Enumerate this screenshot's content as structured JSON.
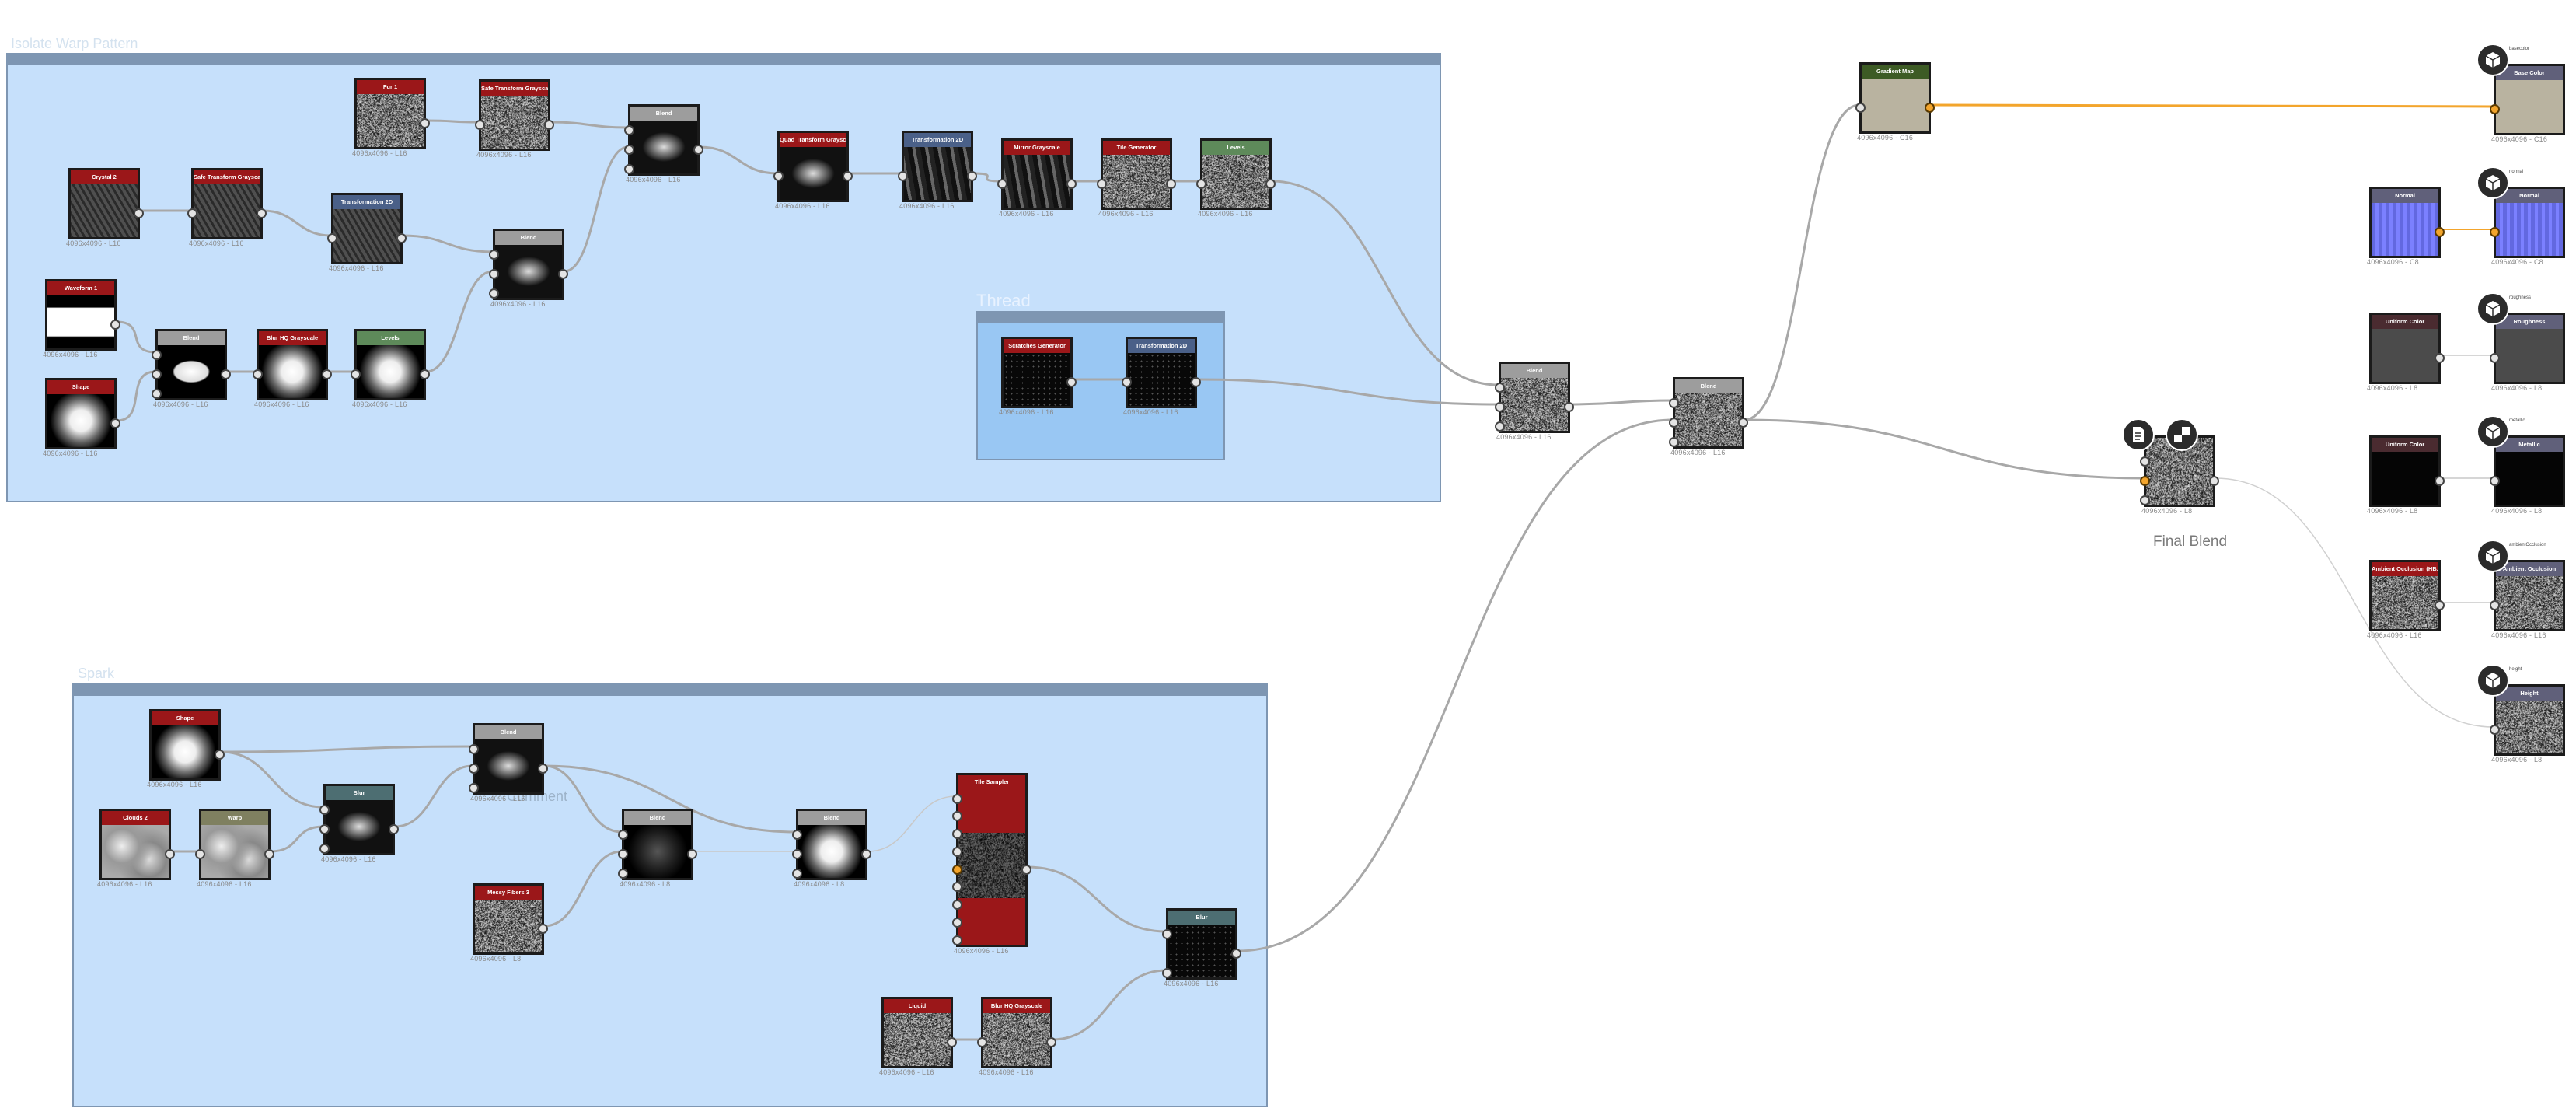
{
  "frames": {
    "top_title": "Isolate Warp Pattern",
    "thread_title": "Thread",
    "bottom_title": "Spark",
    "comment_label": "Comment"
  },
  "blend_label": "Final Blend",
  "colors": {
    "header_red": "#9b1719",
    "header_gray": "#9d9d9d",
    "header_blue": "#4a6088",
    "header_green": "#5e8a5a",
    "header_teal": "#4d6e72",
    "header_olive": "#7f8060",
    "header_darkgreen": "#3d5b25",
    "header_slate": "#60607a",
    "header_darkred": "#4a2b30",
    "wire_gray": "#a8a8a8",
    "wire_orange": "#f3a52c",
    "frame_fill": "#c6e0fb",
    "frame_bar": "#7e96b2"
  },
  "nodes": [
    {
      "id": "crystal2",
      "title": "Crystal 2",
      "res": "4096x4096 - L16",
      "icon": "texture-icon"
    },
    {
      "id": "safe_transform_a",
      "title": "Safe Transform Grayscale",
      "res": "4096x4096 - L16",
      "icon": "texture-icon"
    },
    {
      "id": "fur1",
      "title": "Fur 1",
      "res": "4096x4096 - L16",
      "icon": "texture-icon"
    },
    {
      "id": "safe_transform_b",
      "title": "Safe Transform Grayscale",
      "res": "4096x4096 - L16",
      "icon": "texture-icon"
    },
    {
      "id": "transform2d_a",
      "title": "Transformation 2D",
      "res": "4096x4096 - L16",
      "icon": "texture-icon"
    },
    {
      "id": "blend_a",
      "title": "Blend",
      "res": "4096x4096 - L16",
      "icon": "texture-icon"
    },
    {
      "id": "blend_b",
      "title": "Blend",
      "res": "4096x4096 - L16",
      "icon": "texture-icon"
    },
    {
      "id": "waveform1",
      "title": "Waveform 1",
      "res": "4096x4096 - L16",
      "icon": "texture-icon"
    },
    {
      "id": "shape_a",
      "title": "Shape",
      "res": "4096x4096 - L16",
      "icon": "texture-icon"
    },
    {
      "id": "blend_c",
      "title": "Blend",
      "res": "4096x4096 - L16",
      "icon": "texture-icon"
    },
    {
      "id": "blur_hq_a",
      "title": "Blur HQ Grayscale",
      "res": "4096x4096 - L16",
      "icon": "texture-icon"
    },
    {
      "id": "levels_a",
      "title": "Levels",
      "res": "4096x4096 - L16",
      "icon": "texture-icon"
    },
    {
      "id": "quad_transform",
      "title": "Quad Transform Grayscale",
      "res": "4096x4096 - L16",
      "icon": "texture-icon"
    },
    {
      "id": "transform2d_b",
      "title": "Transformation 2D",
      "res": "4096x4096 - L16",
      "icon": "texture-icon"
    },
    {
      "id": "mirror",
      "title": "Mirror Grayscale",
      "res": "4096x4096 - L16",
      "icon": "texture-icon"
    },
    {
      "id": "tile_gen",
      "title": "Tile Generator",
      "res": "4096x4096 - L16",
      "icon": "texture-icon"
    },
    {
      "id": "levels_b",
      "title": "Levels",
      "res": "4096x4096 - L16",
      "icon": "texture-icon"
    },
    {
      "id": "scratches",
      "title": "Scratches Generator",
      "res": "4096x4096 - L16",
      "icon": "texture-icon"
    },
    {
      "id": "transform2d_c",
      "title": "Transformation 2D",
      "res": "4096x4096 - L16",
      "icon": "texture-icon"
    },
    {
      "id": "blend_mid1",
      "title": "Blend",
      "res": "4096x4096 - L16",
      "icon": "texture-icon"
    },
    {
      "id": "blend_mid2",
      "title": "Blend",
      "res": "4096x4096 - L16",
      "icon": "texture-icon"
    },
    {
      "id": "gradient_map",
      "title": "Gradient Map",
      "res": "4096x4096 - C16",
      "icon": "texture-icon"
    },
    {
      "id": "final_blend",
      "title": "",
      "res": "4096x4096 - L8",
      "icon": "texture-icon"
    },
    {
      "id": "normal_src",
      "title": "Normal",
      "res": "4096x4096 - C8",
      "icon": "texture-icon"
    },
    {
      "id": "uniform_a",
      "title": "Uniform Color",
      "res": "4096x4096 - L8",
      "icon": "texture-icon"
    },
    {
      "id": "uniform_b",
      "title": "Uniform Color",
      "res": "4096x4096 - L8",
      "icon": "texture-icon"
    },
    {
      "id": "ao_src",
      "title": "Ambient Occlusion (HB...",
      "res": "4096x4096 - L16",
      "icon": "texture-icon"
    },
    {
      "id": "out_basecolor",
      "title": "Base Color",
      "res": "4096x4096 - C16",
      "icon": "texture-icon"
    },
    {
      "id": "out_normal",
      "title": "Normal",
      "res": "4096x4096 - C8",
      "icon": "texture-icon"
    },
    {
      "id": "out_roughness",
      "title": "Roughness",
      "res": "4096x4096 - L8",
      "icon": "texture-icon"
    },
    {
      "id": "out_metallic",
      "title": "Metallic",
      "res": "4096x4096 - L8",
      "icon": "texture-icon"
    },
    {
      "id": "out_ao",
      "title": "Ambient Occlusion",
      "res": "4096x4096 - L16",
      "icon": "texture-icon"
    },
    {
      "id": "out_height",
      "title": "Height",
      "res": "4096x4096 - L8",
      "icon": "texture-icon"
    },
    {
      "id": "shape_b",
      "title": "Shape",
      "res": "4096x4096 - L16",
      "icon": "texture-icon"
    },
    {
      "id": "clouds2",
      "title": "Clouds 2",
      "res": "4096x4096 - L16",
      "icon": "texture-icon"
    },
    {
      "id": "warp",
      "title": "Warp",
      "res": "4096x4096 - L16",
      "icon": "texture-icon"
    },
    {
      "id": "blur_bottom",
      "title": "Blur",
      "res": "4096x4096 - L16",
      "icon": "texture-icon"
    },
    {
      "id": "blend_d",
      "title": "Blend",
      "res": "4096x4096 - L16",
      "icon": "texture-icon"
    },
    {
      "id": "blend_e",
      "title": "Blend",
      "res": "4096x4096 - L8",
      "icon": "texture-icon"
    },
    {
      "id": "blend_f",
      "title": "Blend",
      "res": "4096x4096 - L8",
      "icon": "texture-icon"
    },
    {
      "id": "messy_fibers",
      "title": "Messy Fibers 3",
      "res": "4096x4096 - L8",
      "icon": "texture-icon"
    },
    {
      "id": "tile_sampler",
      "title": "Tile Sampler",
      "res": "4096x4096 - L16",
      "icon": "texture-icon"
    },
    {
      "id": "blur_right",
      "title": "Blur",
      "res": "4096x4096 - L16",
      "icon": "texture-icon"
    },
    {
      "id": "liquid",
      "title": "Liquid",
      "res": "4096x4096 - L16",
      "icon": "texture-icon"
    },
    {
      "id": "blur_hq_b",
      "title": "Blur HQ Grayscale",
      "res": "4096x4096 - L16",
      "icon": "texture-icon"
    }
  ],
  "output_badges": [
    {
      "id": "out_basecolor",
      "label": "basecolor",
      "icon": "output-cube-icon"
    },
    {
      "id": "out_normal",
      "label": "normal",
      "icon": "output-cube-icon"
    },
    {
      "id": "out_roughness",
      "label": "roughness",
      "icon": "output-cube-icon"
    },
    {
      "id": "out_metallic",
      "label": "metallic",
      "icon": "output-cube-icon"
    },
    {
      "id": "out_ao",
      "label": "ambientOcclusion",
      "icon": "output-cube-icon"
    },
    {
      "id": "out_height",
      "label": "height",
      "icon": "output-cube-icon"
    }
  ],
  "final_blend_icons": [
    "document-icon",
    "checker-icon"
  ]
}
